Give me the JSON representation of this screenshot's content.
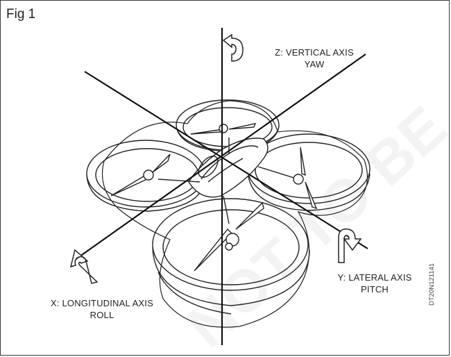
{
  "figure": {
    "label": "Fig 1",
    "code": "DT20N121141"
  },
  "axes": {
    "z": {
      "line1": "Z: VERTICAL AXIS",
      "line2": "YAW"
    },
    "y": {
      "line1": "Y: LATERAL AXIS",
      "line2": "PITCH"
    },
    "x": {
      "line1": "X: LONGITUDINAL AXIS",
      "line2": "ROLL"
    }
  },
  "watermark": "NOT TO BE REPUBLISHED"
}
